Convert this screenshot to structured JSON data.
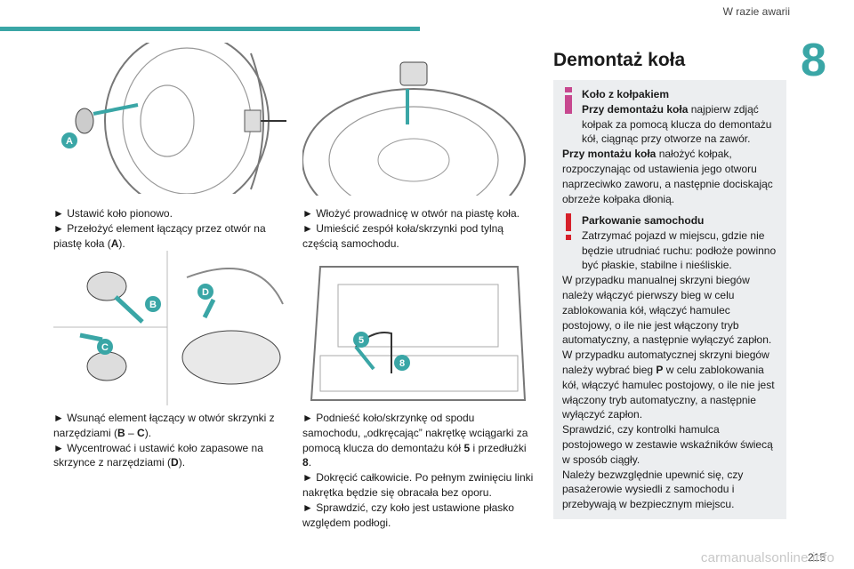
{
  "header": {
    "section": "W razie awarii",
    "chapter": "8"
  },
  "col1": {
    "steps1": [
      "► Ustawić koło pionowo.",
      "► Przełożyć element łączący przez otwór na piastę koła (",
      "A",
      ")."
    ],
    "steps2_a": [
      "► Wsunąć element łączący w otwór skrzynki z narzędziami (",
      "B",
      " – ",
      "C",
      ")."
    ],
    "steps2_b": [
      "► Wycentrować i ustawić koło zapasowe na skrzynce z narzędziami (",
      "D",
      ")."
    ]
  },
  "col2": {
    "steps1_a": "► Włożyć prowadnicę w otwór na piastę koła.",
    "steps1_b": "► Umieścić zespół koła/skrzynki pod tylną częścią samochodu.",
    "steps2_a": "► Podnieść koło/skrzynkę od spodu samochodu, „odkręcając” nakrętkę wciągarki za pomocą klucza do demontażu kół ",
    "steps2_a_b1": "5",
    "steps2_a_mid": " i przedłużki ",
    "steps2_a_b2": "8",
    "steps2_a_end": ".",
    "steps2_b": "► Dokręcić całkowicie. Po pełnym zwinięciu linki nakrętka będzie się obracała bez oporu.",
    "steps2_c": "► Sprawdzić, czy koło jest ustawione płasko względem podłogi."
  },
  "col3": {
    "title": "Demontaż koła",
    "note1": {
      "header": "Koło z kołpakiem",
      "l1_b": "Przy demontażu koła",
      "l1": " najpierw zdjąć kołpak za pomocą klucza do demontażu kół, ciągnąc przy otworze na zawór.",
      "l2_b": "Przy montażu koła",
      "l2": " nałożyć kołpak, rozpoczynając od ustawienia jego otworu naprzeciwko zaworu, a następnie dociskając obrzeże kołpaka dłonią."
    },
    "note2": {
      "header": "Parkowanie samochodu",
      "p1": "Zatrzymać pojazd w miejscu, gdzie nie będzie utrudniać ruchu: podłoże powinno być płaskie, stabilne i nieśliskie.",
      "p2": "W przypadku manualnej skrzyni biegów należy włączyć pierwszy bieg w celu zablokowania kół, włączyć hamulec postojowy, o ile nie jest włączony tryb automatyczny, a następnie wyłączyć zapłon.",
      "p3_a": "W przypadku automatycznej skrzyni biegów należy wybrać bieg ",
      "p3_b": "P",
      "p3_c": " w celu zablokowania kół, włączyć hamulec postojowy, o ile nie jest włączony tryb automatyczny, a następnie wyłączyć zapłon.",
      "p4": "Sprawdzić, czy kontrolki hamulca postojowego w zestawie wskaźników świecą w sposób ciągły.",
      "p5": "Należy bezwzględnie upewnić się, czy pasażerowie wysiedli z samochodu i przebywają w bezpiecznym miejscu."
    }
  },
  "figure_labels": {
    "a": "A",
    "b": "B",
    "c": "C",
    "d": "D",
    "five": "5",
    "eight": "8"
  },
  "footer": {
    "page": "215",
    "watermark": "carmanualsonline.info"
  },
  "colors": {
    "accent": "#3aa6a6",
    "note_bg": "#eceef0",
    "info_icon": "#c7488f",
    "warn_icon": "#d6202a"
  }
}
